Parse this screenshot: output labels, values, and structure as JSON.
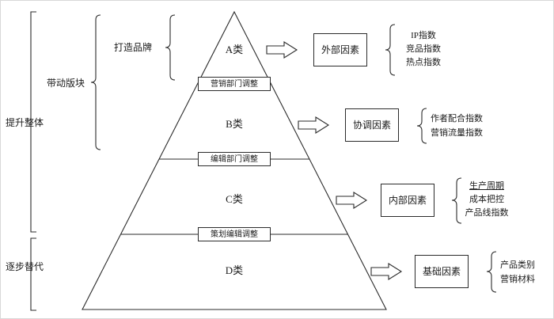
{
  "left": {
    "improve_overall": "提升整体",
    "drive_sections": "带动版块",
    "build_brand": "打造品牌",
    "gradual_replace": "逐步替代"
  },
  "pyramid": {
    "levels": [
      "A类",
      "B类",
      "C类",
      "D类"
    ],
    "dividers": [
      "营销部门调整",
      "编辑部门调整",
      "策划编辑调整"
    ]
  },
  "factors": [
    {
      "label": "外部因素",
      "items": [
        "IP指数",
        "竞品指数",
        "热点指数"
      ]
    },
    {
      "label": "协调因素",
      "items": [
        "作者配合指数",
        "营销流量指数"
      ]
    },
    {
      "label": "内部因素",
      "items": [
        "生产周期",
        "成本把控",
        "产品线指数"
      ]
    },
    {
      "label": "基础因素",
      "items": [
        "产品类别",
        "营销材料"
      ]
    }
  ]
}
